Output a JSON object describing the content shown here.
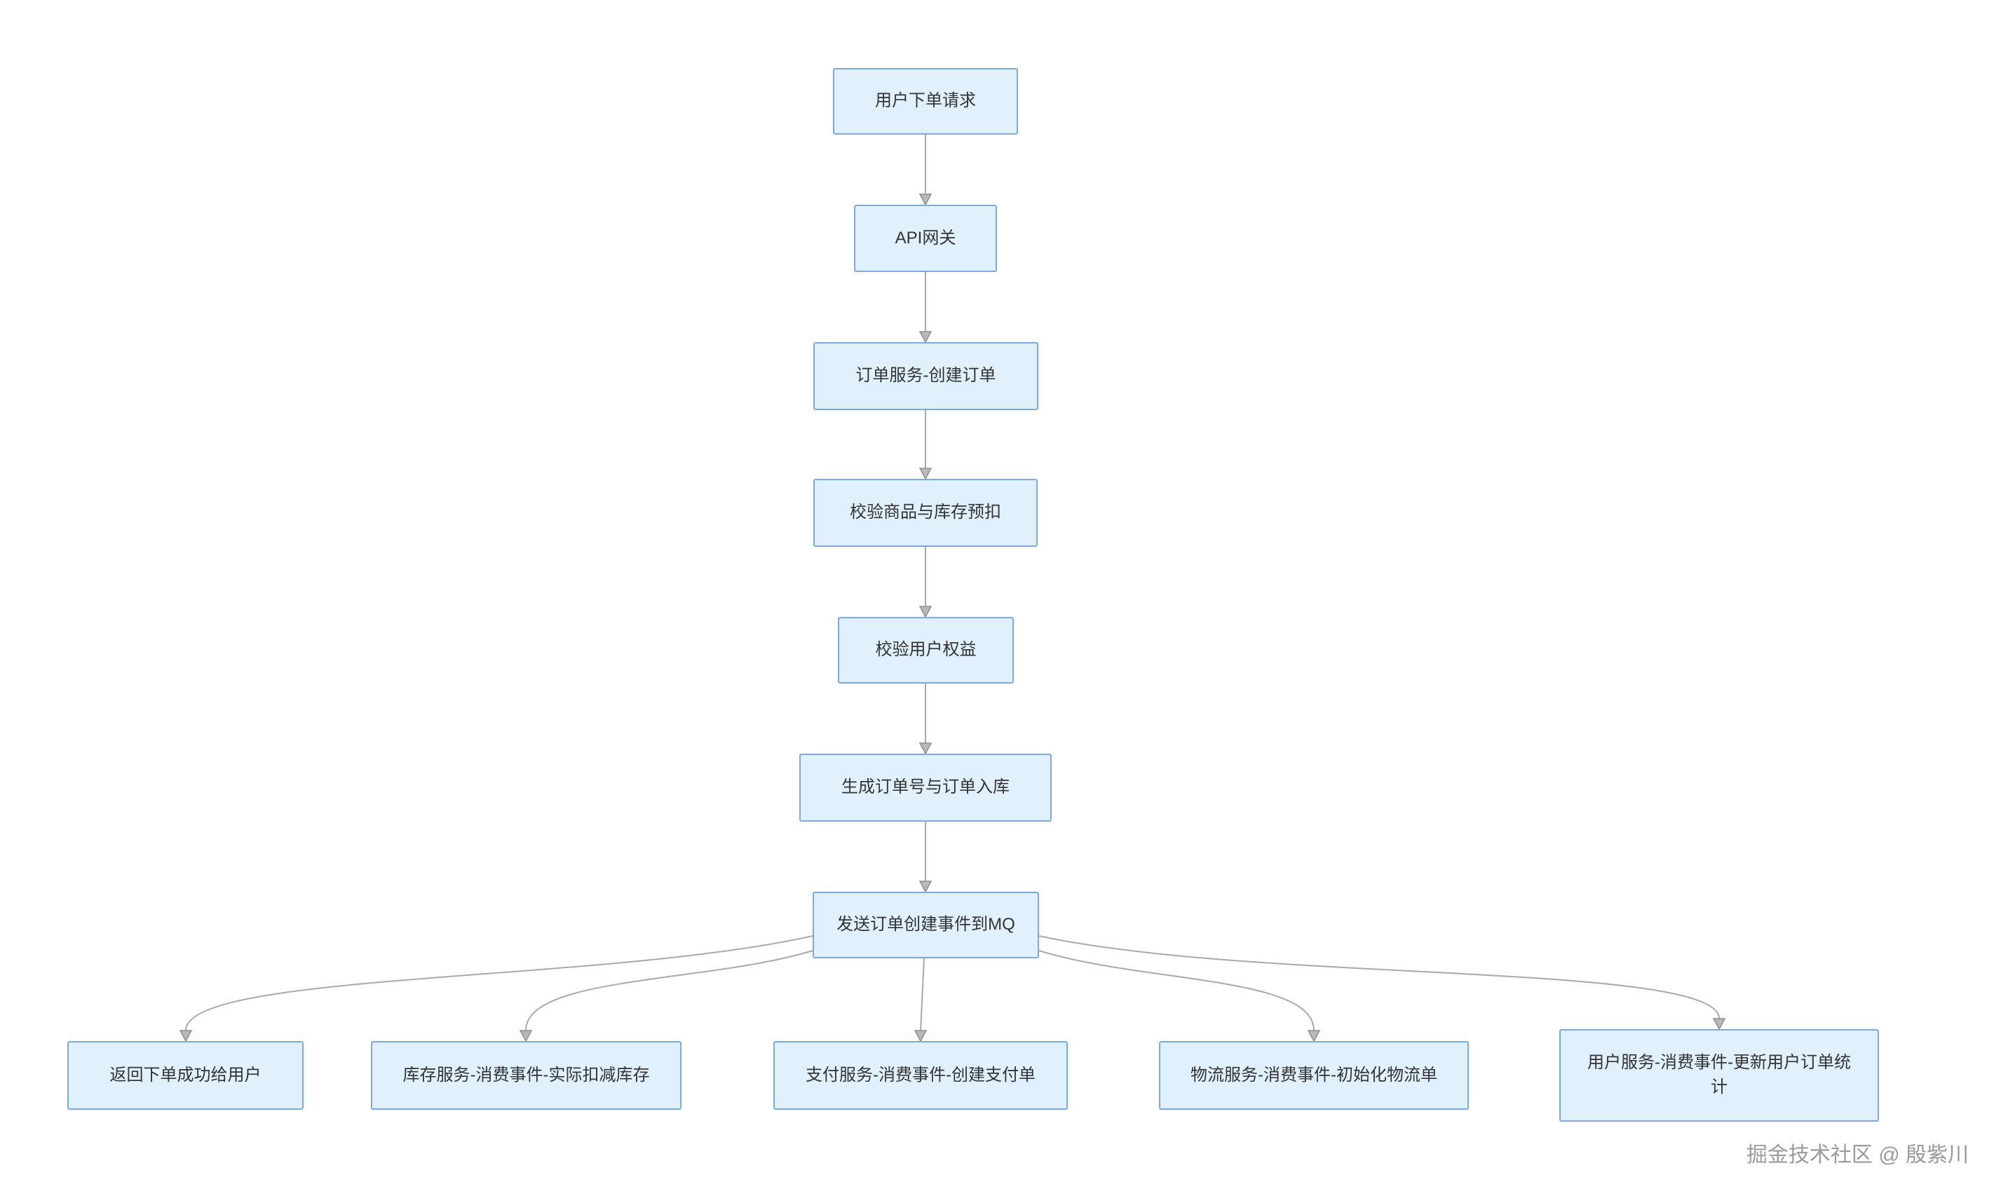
{
  "diagram": {
    "type": "flowchart",
    "nodes": [
      {
        "id": "user-order-request",
        "label": "用户下单请求"
      },
      {
        "id": "api-gateway",
        "label": "API网关"
      },
      {
        "id": "order-service-create-order",
        "label": "订单服务-创建订单"
      },
      {
        "id": "validate-product-and-stock",
        "label": "校验商品与库存预扣"
      },
      {
        "id": "validate-user-rights",
        "label": "校验用户权益"
      },
      {
        "id": "generate-order-number",
        "label": "生成订单号与订单入库"
      },
      {
        "id": "send-order-created-event-to-mq",
        "label": "发送订单创建事件到MQ"
      },
      {
        "id": "return-success-to-user",
        "label": "返回下单成功给用户"
      },
      {
        "id": "inventory-service",
        "label": "库存服务-消费事件-实际扣减库存"
      },
      {
        "id": "payment-service",
        "label": "支付服务-消费事件-创建支付单"
      },
      {
        "id": "logistics-service",
        "label": "物流服务-消费事件-初始化物流单"
      },
      {
        "id": "user-service",
        "label": "用户服务-消费事件-更新用户订单统计"
      }
    ],
    "edges": [
      {
        "from": "user-order-request",
        "to": "api-gateway"
      },
      {
        "from": "api-gateway",
        "to": "order-service-create-order"
      },
      {
        "from": "order-service-create-order",
        "to": "validate-product-and-stock"
      },
      {
        "from": "validate-product-and-stock",
        "to": "validate-user-rights"
      },
      {
        "from": "validate-user-rights",
        "to": "generate-order-number"
      },
      {
        "from": "generate-order-number",
        "to": "send-order-created-event-to-mq"
      },
      {
        "from": "send-order-created-event-to-mq",
        "to": "return-success-to-user"
      },
      {
        "from": "send-order-created-event-to-mq",
        "to": "inventory-service"
      },
      {
        "from": "send-order-created-event-to-mq",
        "to": "payment-service"
      },
      {
        "from": "send-order-created-event-to-mq",
        "to": "logistics-service"
      },
      {
        "from": "send-order-created-event-to-mq",
        "to": "user-service"
      }
    ],
    "watermark": "掘金技术社区 @ 殷紫川",
    "colors": {
      "node_fill": "#e0f0fc",
      "node_border": "#7fa9dd",
      "node_text": "#333333",
      "connector": "#a9a9a9",
      "arrowhead_fill": "#b8b8b8",
      "arrowhead_stroke": "#8f8f8f",
      "watermark": "#9a9a9a",
      "canvas_bg": "#ffffff"
    }
  }
}
